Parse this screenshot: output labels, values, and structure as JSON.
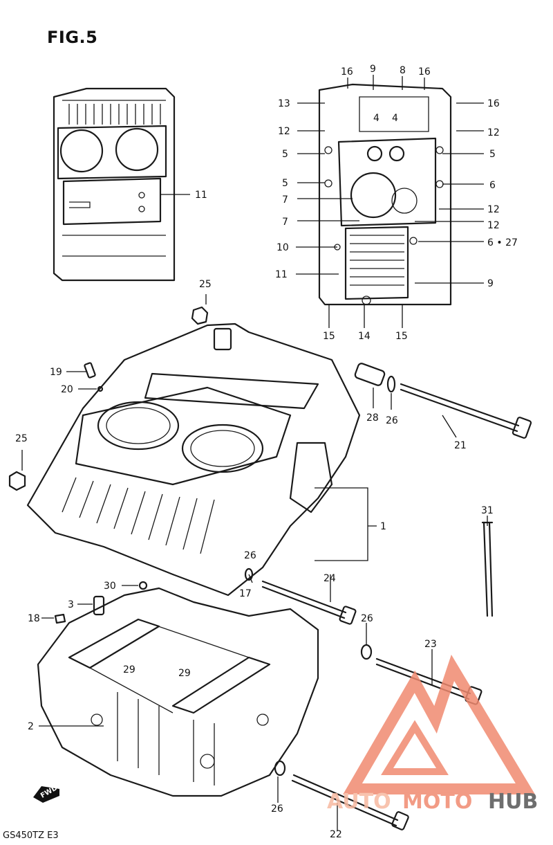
{
  "figure": {
    "title": "FIG.5",
    "model_code": "GS450TZ E3",
    "fwd_label": "FWD"
  },
  "callouts": [
    {
      "id": "c16a",
      "text": "16"
    },
    {
      "id": "c9a",
      "text": "9"
    },
    {
      "id": "c8",
      "text": "8"
    },
    {
      "id": "c16b",
      "text": "16"
    },
    {
      "id": "c13",
      "text": "13"
    },
    {
      "id": "c16c",
      "text": "16"
    },
    {
      "id": "c4a",
      "text": "4"
    },
    {
      "id": "c4b",
      "text": "4"
    },
    {
      "id": "c12a",
      "text": "12"
    },
    {
      "id": "c12b",
      "text": "12"
    },
    {
      "id": "c5a",
      "text": "5"
    },
    {
      "id": "c5b",
      "text": "5"
    },
    {
      "id": "c5c",
      "text": "5"
    },
    {
      "id": "c6a",
      "text": "6"
    },
    {
      "id": "c7a",
      "text": "7"
    },
    {
      "id": "c12c",
      "text": "12"
    },
    {
      "id": "c7b",
      "text": "7"
    },
    {
      "id": "c12d",
      "text": "12"
    },
    {
      "id": "c10",
      "text": "10"
    },
    {
      "id": "c627",
      "text": "6 • 27"
    },
    {
      "id": "c11b",
      "text": "11"
    },
    {
      "id": "c9b",
      "text": "9"
    },
    {
      "id": "c15a",
      "text": "15"
    },
    {
      "id": "c14",
      "text": "14"
    },
    {
      "id": "c15b",
      "text": "15"
    },
    {
      "id": "c11a",
      "text": "11"
    },
    {
      "id": "c25a",
      "text": "25"
    },
    {
      "id": "c19",
      "text": "19"
    },
    {
      "id": "c20",
      "text": "20"
    },
    {
      "id": "c28",
      "text": "28"
    },
    {
      "id": "c26a",
      "text": "26"
    },
    {
      "id": "c21",
      "text": "21"
    },
    {
      "id": "c25b",
      "text": "25"
    },
    {
      "id": "c1",
      "text": "1"
    },
    {
      "id": "c31",
      "text": "31"
    },
    {
      "id": "c26b",
      "text": "26"
    },
    {
      "id": "c24",
      "text": "24"
    },
    {
      "id": "c30",
      "text": "30"
    },
    {
      "id": "c17",
      "text": "17"
    },
    {
      "id": "c3",
      "text": "3"
    },
    {
      "id": "c18",
      "text": "18"
    },
    {
      "id": "c26c",
      "text": "26"
    },
    {
      "id": "c23",
      "text": "23"
    },
    {
      "id": "c29a",
      "text": "29"
    },
    {
      "id": "c29b",
      "text": "29"
    },
    {
      "id": "c2",
      "text": "2"
    },
    {
      "id": "c26d",
      "text": "26"
    },
    {
      "id": "c22",
      "text": "22"
    }
  ],
  "watermark": {
    "part1": "AUTO",
    "part2": "MOTO",
    "part3": "HUB",
    "color_light": "#f7b9a0",
    "color_mid": "#f08a70",
    "color_dark": "#555555"
  }
}
